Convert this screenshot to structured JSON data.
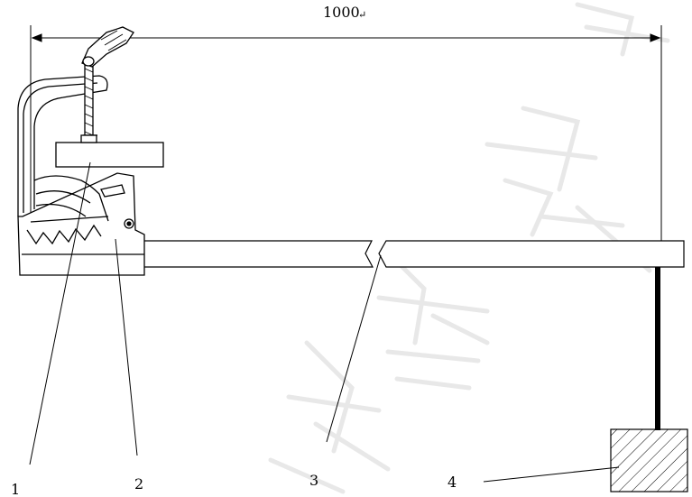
{
  "dimension": {
    "value": "1000",
    "suffix": "↵"
  },
  "callouts": [
    {
      "id": "1",
      "text": "1"
    },
    {
      "id": "2",
      "text": "2"
    },
    {
      "id": "3",
      "text": "3"
    },
    {
      "id": "4",
      "text": "4"
    }
  ],
  "watermark": {
    "text": "准信息"
  },
  "colors": {
    "stroke": "#000000",
    "watermark": "#e6e6e6",
    "rod_fill": "#ffffff",
    "hanging_wire": "#000000"
  }
}
